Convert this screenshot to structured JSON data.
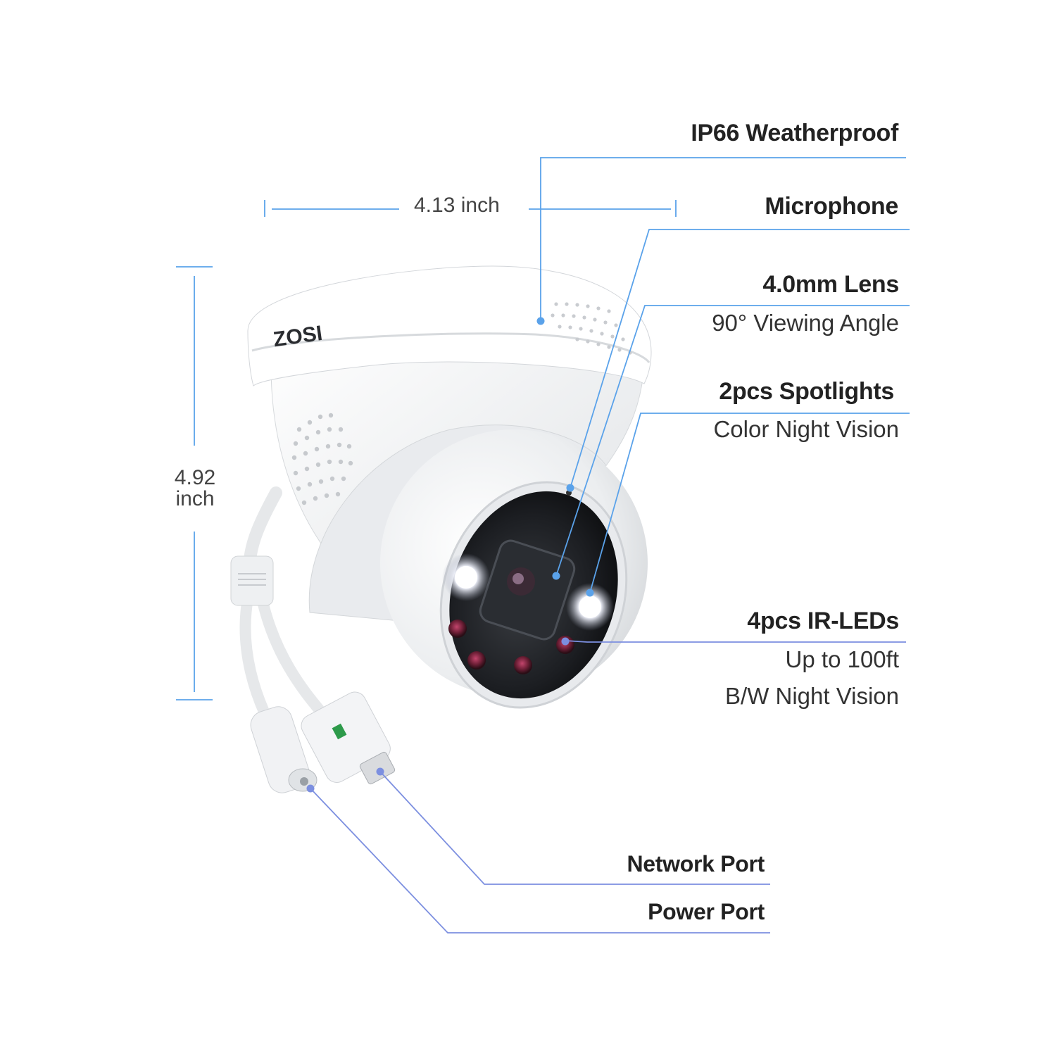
{
  "colors": {
    "accent": "#5aa2ea",
    "accent_lower": "#7c8fe0",
    "text": "#222222",
    "body": "#f4f5f6"
  },
  "brand": {
    "logo_text": "ZOSI"
  },
  "dimensions": {
    "width_label": "4.13 inch",
    "height_label_line1": "4.92",
    "height_label_line2": "inch"
  },
  "features": {
    "weatherproof": {
      "title": "IP66 Weatherproof"
    },
    "microphone": {
      "title": "Microphone"
    },
    "lens": {
      "title": "4.0mm Lens",
      "subtitle": "90° Viewing Angle"
    },
    "spotlights": {
      "title": "2pcs Spotlights",
      "subtitle": "Color Night Vision"
    },
    "ir_leds": {
      "title": "4pcs IR-LEDs",
      "subtitle_1": "Up to 100ft",
      "subtitle_2": "B/W Night Vision"
    },
    "network_port": {
      "title": "Network Port"
    },
    "power_port": {
      "title": "Power Port"
    }
  }
}
